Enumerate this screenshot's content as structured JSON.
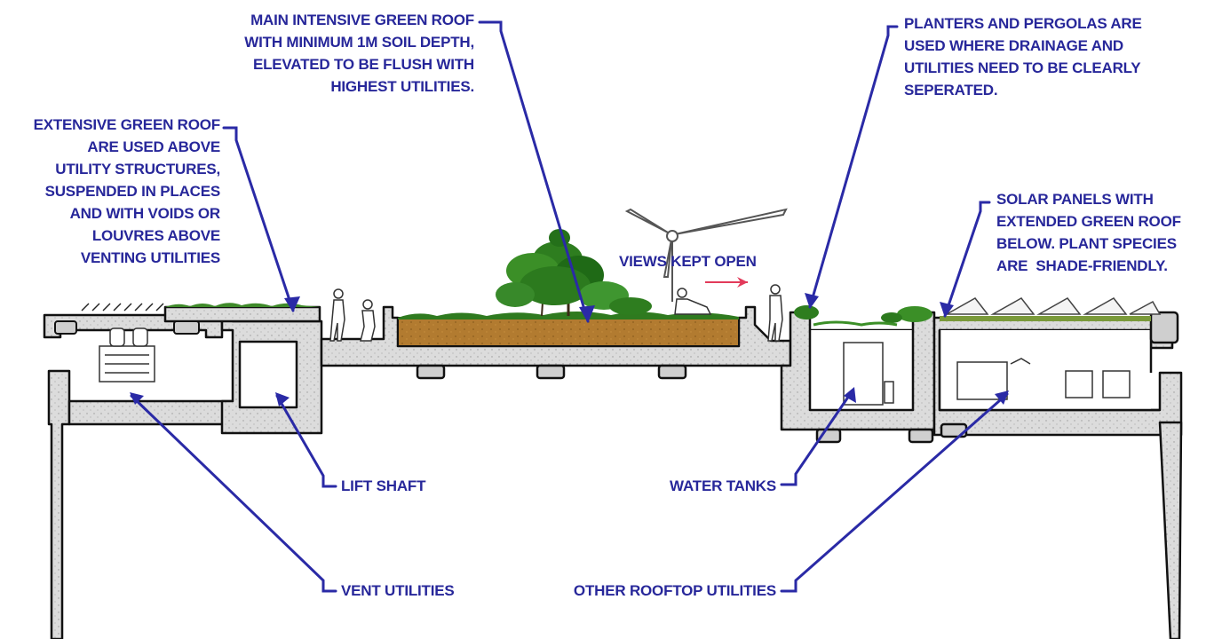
{
  "colors": {
    "label": "#27279a",
    "leader": "#2a2aa6",
    "arrow": "#e23a5a",
    "structure_fill": "#d9d9d9",
    "structure_stroke": "#111111",
    "soil": "#b07a2e",
    "vegetation": "#2e7d1f"
  },
  "labels": {
    "intensive_roof": [
      "MAIN INTENSIVE GREEN ROOF",
      "WITH MINIMUM 1m SOIL DEPTH,",
      "ELEVATED TO BE FLUSH WITH",
      "HIGHEST UTILITIES."
    ],
    "planters": [
      "PLANTERS AND PERGOLAS ARE",
      "USED WHERE DRAINAGE AND",
      "UTILITIES NEED TO BE CLEARLY",
      "SEPERATED."
    ],
    "extensive_roof": [
      "EXTENSIVE GREEN ROOF",
      "ARE USED ABOVE",
      "UTILITY STRUCTURES,",
      "SUSPENDED IN PLACES",
      "AND WITH VOIDS OR",
      "LOUVRES ABOVE",
      "VENTING UTILITIES"
    ],
    "solar": [
      "SOLAR PANELS WITH",
      "EXTENDED GREEN ROOF",
      "BELOW. PLANT SPECIES",
      "ARE  SHADE-FRIENDLY."
    ],
    "views": "VIEWS KEPT OPEN",
    "lift_shaft": "LIFT SHAFT",
    "water_tanks": "WATER TANKS",
    "vent_utilities": "VENT UTILITIES",
    "other_utilities": "OTHER ROOFTOP UTILITIES"
  },
  "icons": {
    "wind_turbine": "wind-turbine-icon",
    "person": "person-icon",
    "solar_panel": "solar-panel-icon",
    "tree": "tree-icon",
    "view_arrow": "arrow-right-icon"
  }
}
